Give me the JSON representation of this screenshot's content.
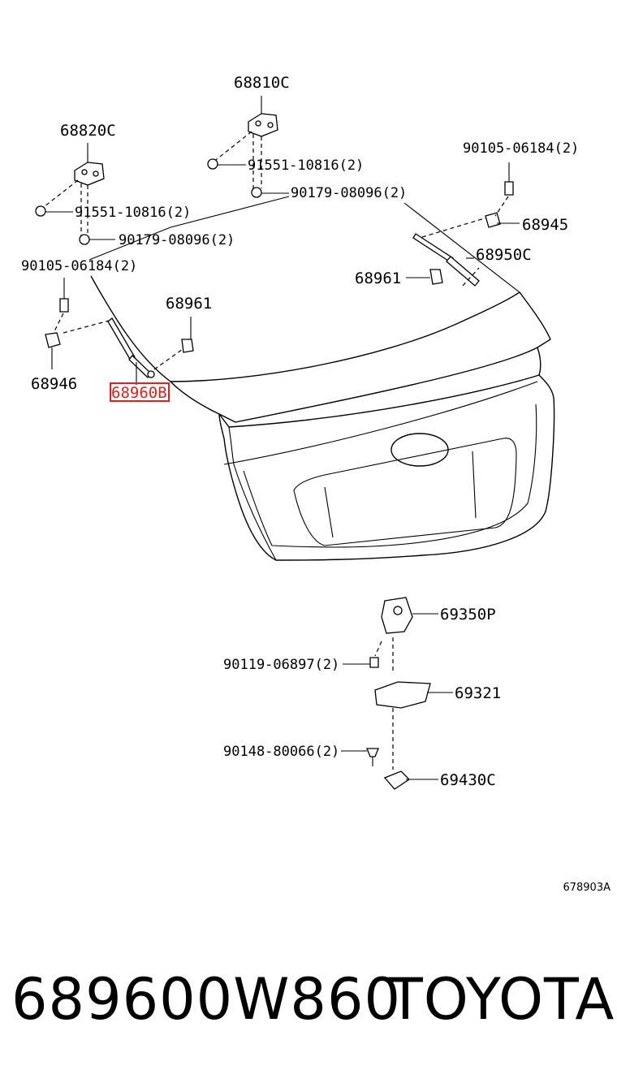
{
  "callouts": {
    "c1": "68810C",
    "c2": "68820C",
    "c3": "91551-10816(2)",
    "c4": "90179-08096(2)",
    "c5": "90105-06184(2)",
    "c6": "91551-10816(2)",
    "c7": "90179-08096(2)",
    "c8": "68945",
    "c9": "90105-06184(2)",
    "c10": "68950C",
    "c11": "68961",
    "c12": "68961",
    "c13": "68946",
    "c14": "68960B",
    "c15": "69350P",
    "c16": "90119-06897(2)",
    "c17": "69321",
    "c18": "90148-80066(2)",
    "c19": "69430C"
  },
  "highlight_color": "#e0201c",
  "ref_code": "678903A",
  "footer": {
    "part_number": "689600W860",
    "brand": "TOYOTA"
  }
}
